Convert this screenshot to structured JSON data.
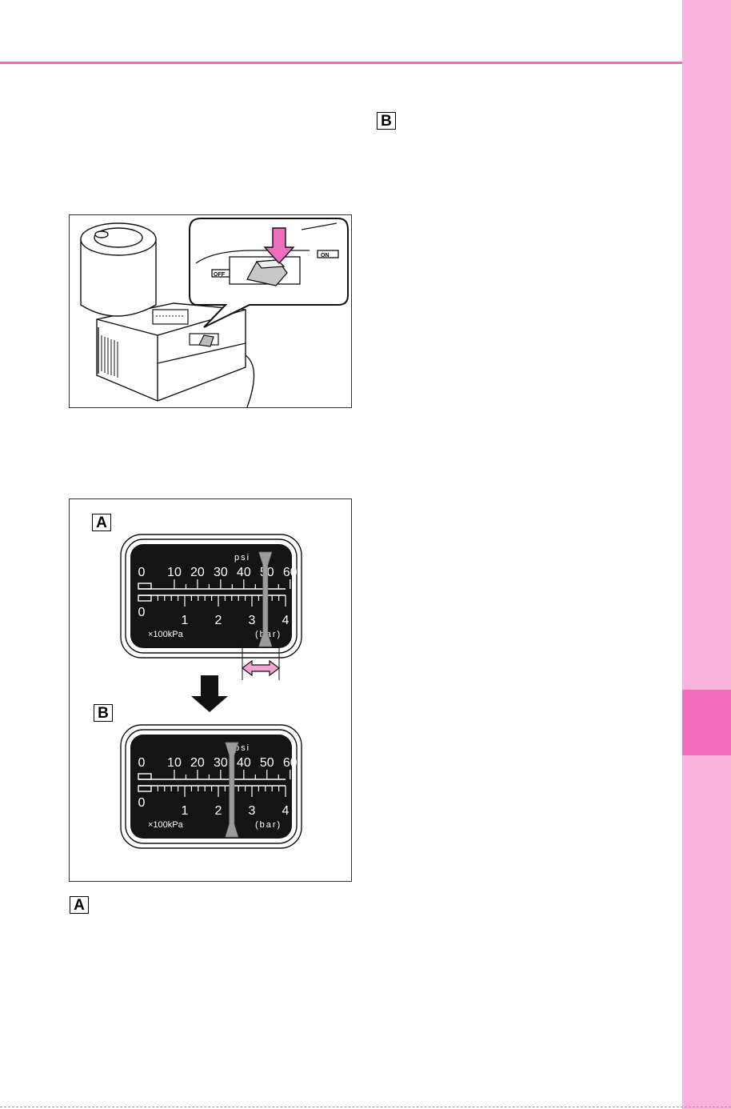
{
  "labels": {
    "a": "A",
    "b": "B"
  },
  "gauge": {
    "psi_unit": "psi",
    "psi_ticks": [
      "0",
      "10",
      "20",
      "30",
      "40",
      "50",
      "60"
    ],
    "bar_ticks": [
      "0",
      "1",
      "2",
      "3",
      "4"
    ],
    "kpa_unit": "×100kPa",
    "bar_unit": "(bar)"
  },
  "compressor": {
    "off_label": "OFF",
    "on_label": "ON"
  },
  "colors": {
    "side_tab": "#f9b3dc",
    "side_tab_active": "#f06cbd",
    "rule": "#ee6bb8",
    "indicator_arrow": "#f3a5d4"
  },
  "readings": {
    "gauge_a_bar": 3.4,
    "gauge_b_bar": 2.4,
    "range_low_bar": 3.0,
    "range_high_bar": 3.8
  }
}
